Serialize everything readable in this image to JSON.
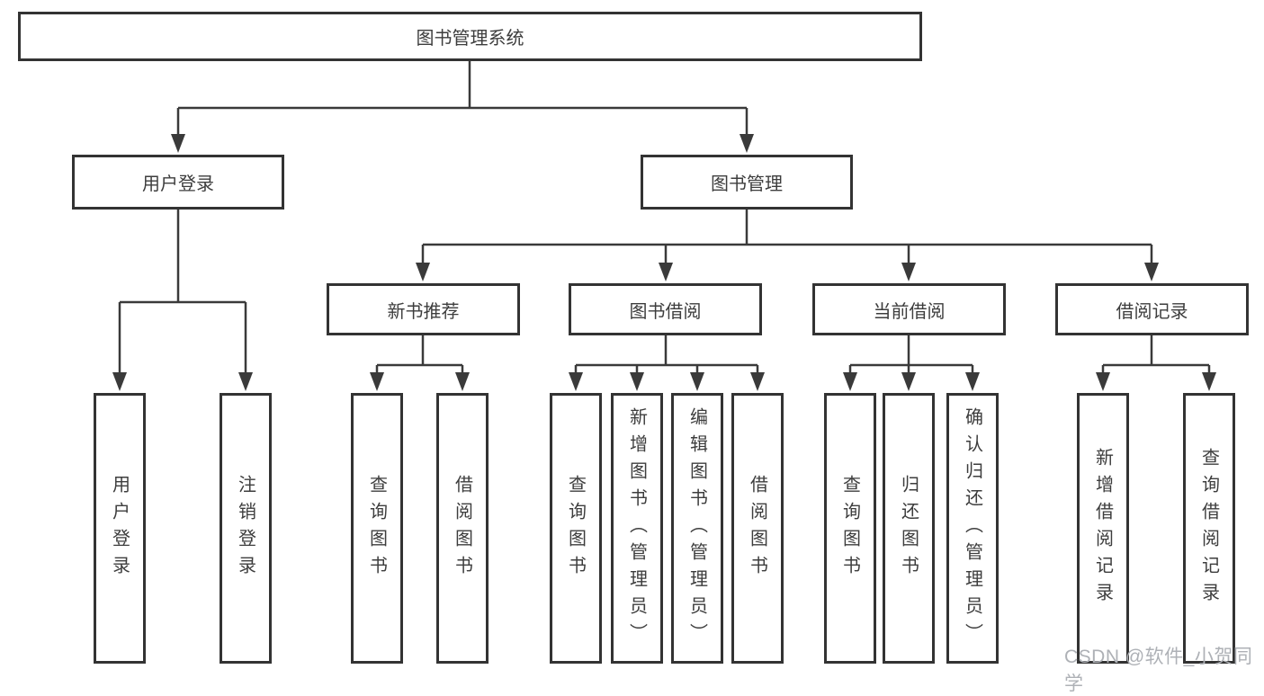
{
  "tree": {
    "label": "图书管理系统",
    "children": [
      {
        "label": "用户登录",
        "children": [
          {
            "label": "用户登录"
          },
          {
            "label": "注销登录"
          }
        ]
      },
      {
        "label": "图书管理",
        "children": [
          {
            "label": "新书推荐",
            "children": [
              {
                "label": "查询图书"
              },
              {
                "label": "借阅图书"
              }
            ]
          },
          {
            "label": "图书借阅",
            "children": [
              {
                "label": "查询图书"
              },
              {
                "label": "新增图书（管理员）"
              },
              {
                "label": "编辑图书（管理员）"
              },
              {
                "label": "借阅图书"
              }
            ]
          },
          {
            "label": "当前借阅",
            "children": [
              {
                "label": "查询图书"
              },
              {
                "label": "归还图书"
              },
              {
                "label": "确认归还（管理员）"
              }
            ]
          },
          {
            "label": "借阅记录",
            "children": [
              {
                "label": "新增借阅记录"
              },
              {
                "label": "查询借阅记录"
              }
            ]
          }
        ]
      }
    ]
  },
  "watermark": {
    "text": "CSDN @软件_小贺同学"
  },
  "colors": {
    "line": "#3a3a3a",
    "border": "#333333",
    "text": "#3d3d3d",
    "watermark": "#aeb1b6",
    "background": "#ffffff"
  }
}
